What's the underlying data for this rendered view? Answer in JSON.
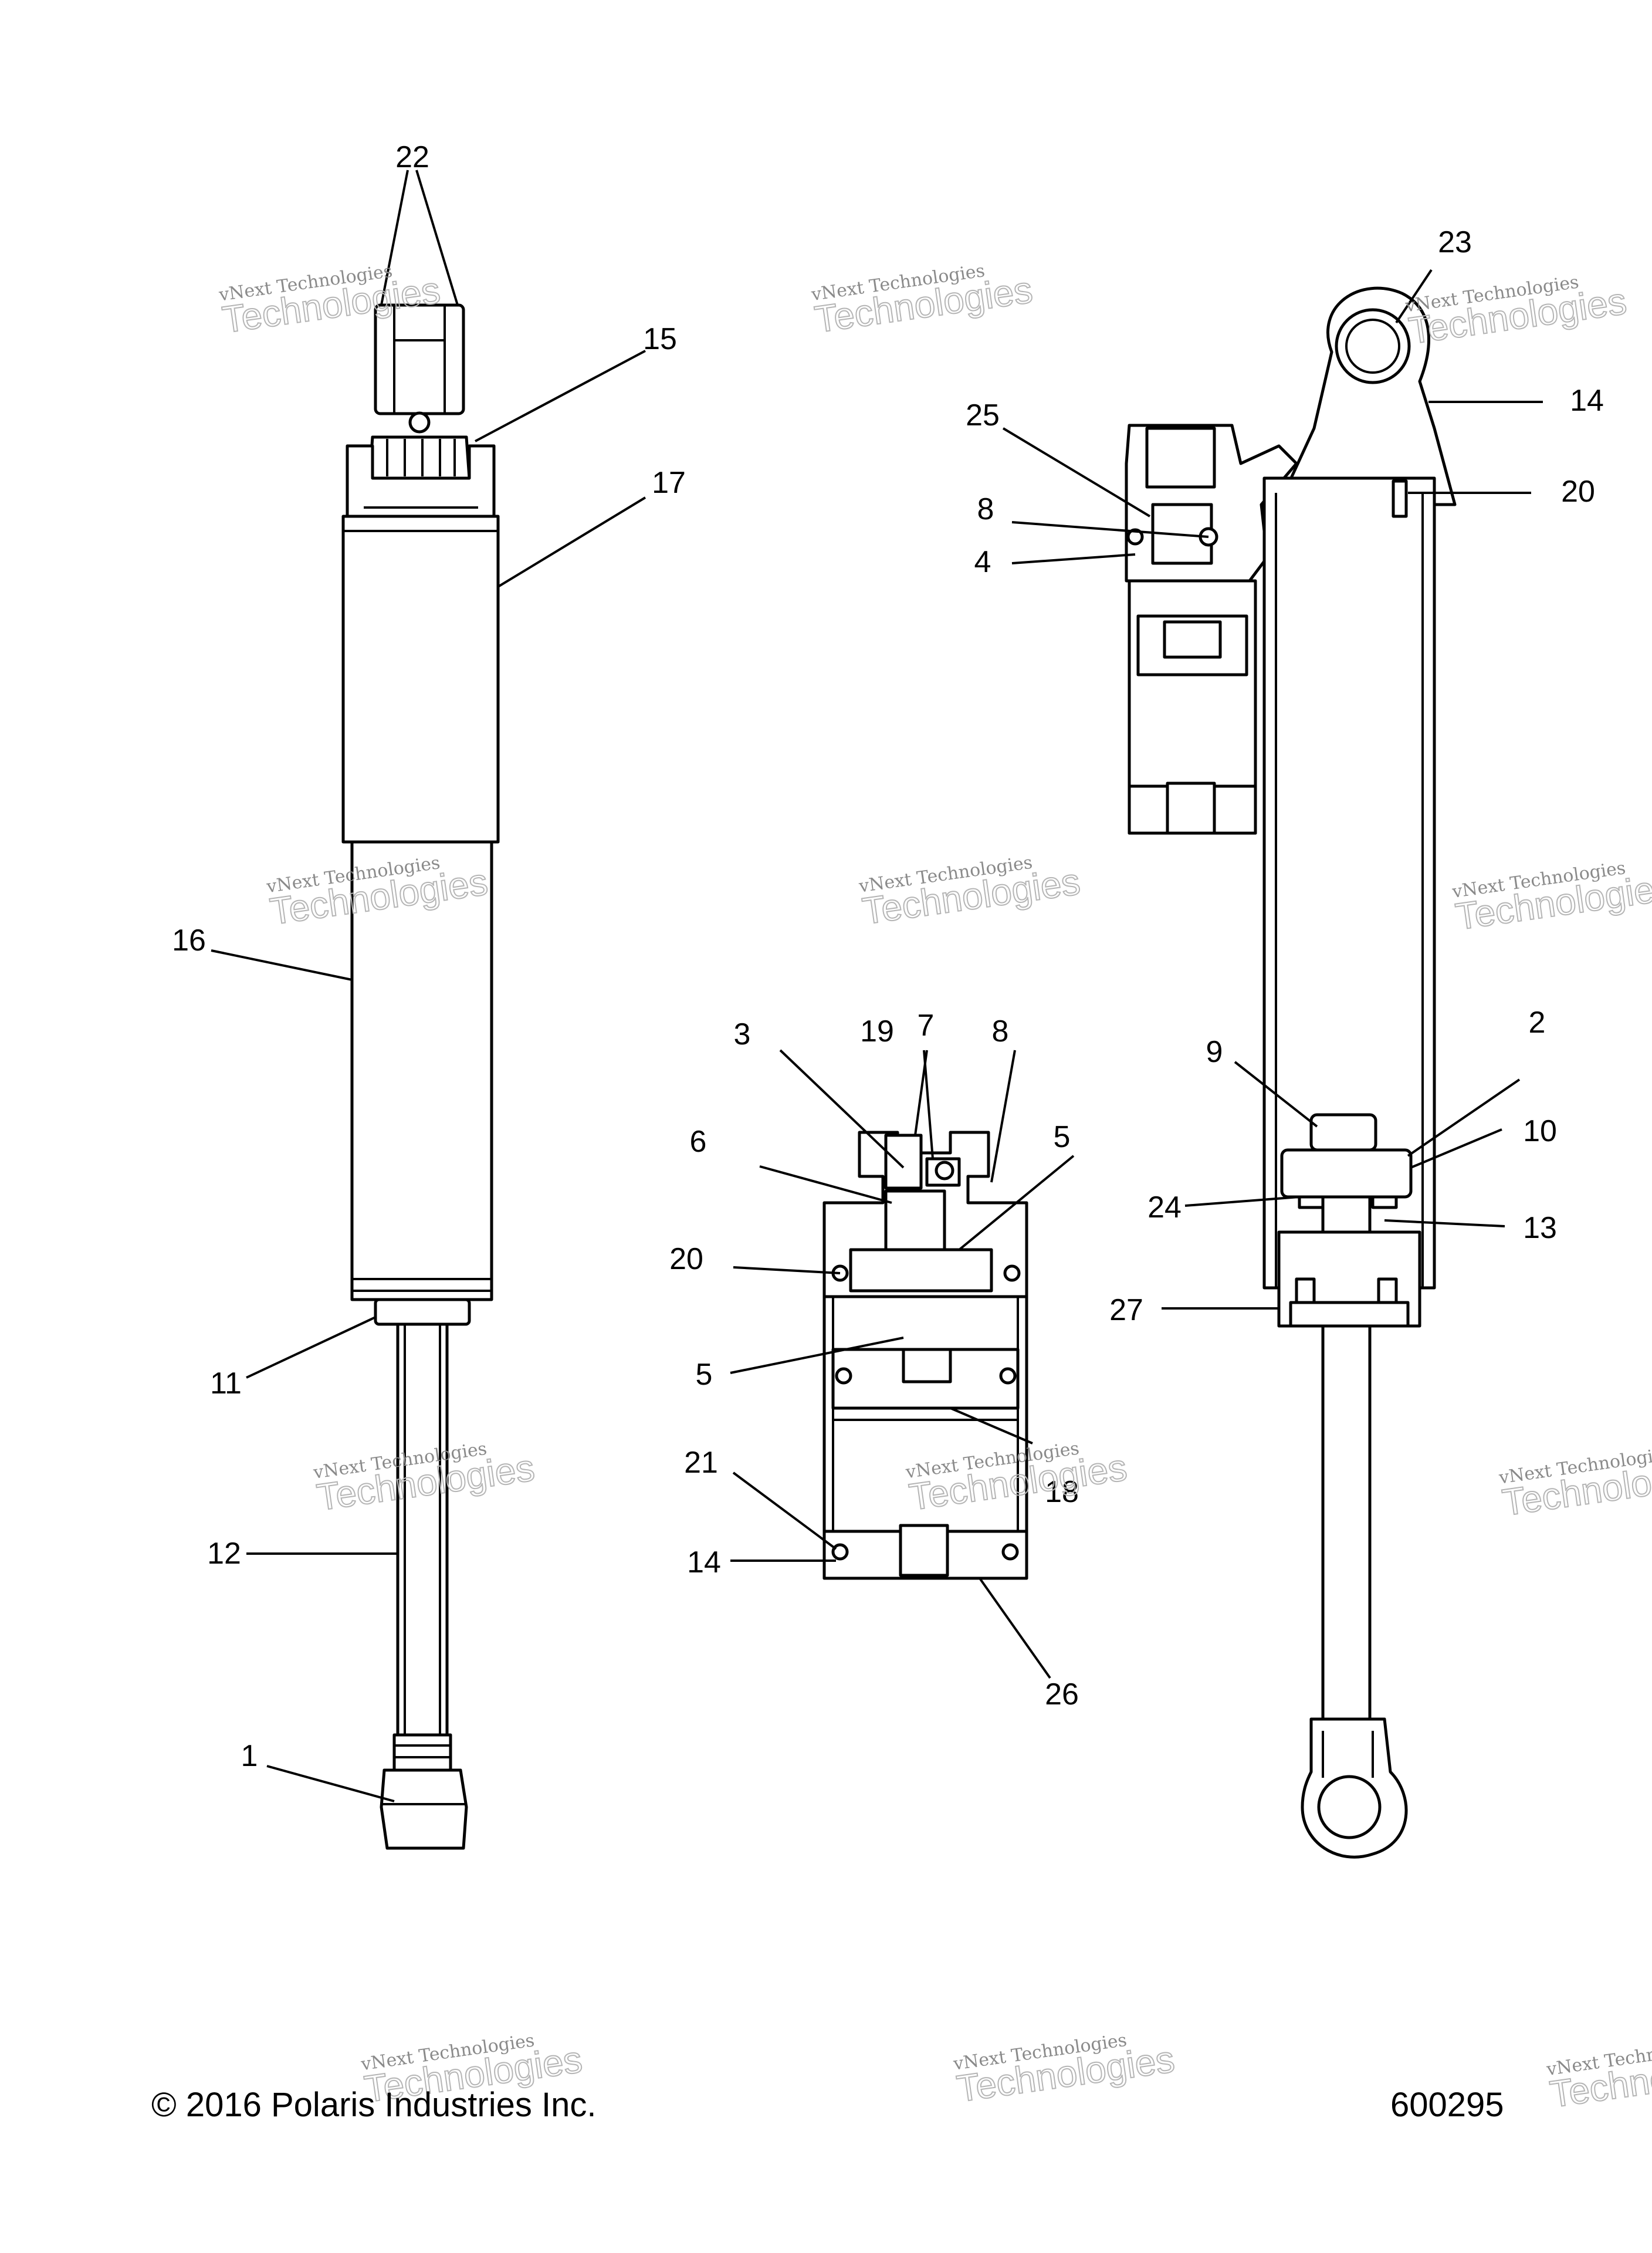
{
  "watermark": {
    "line1": "vNext Technologies",
    "line2": "Technologies"
  },
  "callouts": {
    "c1": "1",
    "c2": "2",
    "c3": "3",
    "c4": "4",
    "c5a": "5",
    "c5b": "5",
    "c6": "6",
    "c7": "7",
    "c8a": "8",
    "c8b": "8",
    "c9": "9",
    "c10": "10",
    "c11": "11",
    "c12": "12",
    "c13": "13",
    "c14a": "14",
    "c14b": "14",
    "c15": "15",
    "c16": "16",
    "c17": "17",
    "c18": "18",
    "c19": "19",
    "c20a": "20",
    "c20b": "20",
    "c21": "21",
    "c22": "22",
    "c23": "23",
    "c24": "24",
    "c25": "25",
    "c26": "26",
    "c27": "27"
  },
  "footer": {
    "copyright": "© 2016 Polaris Industries Inc.",
    "figure_number": "600295"
  }
}
